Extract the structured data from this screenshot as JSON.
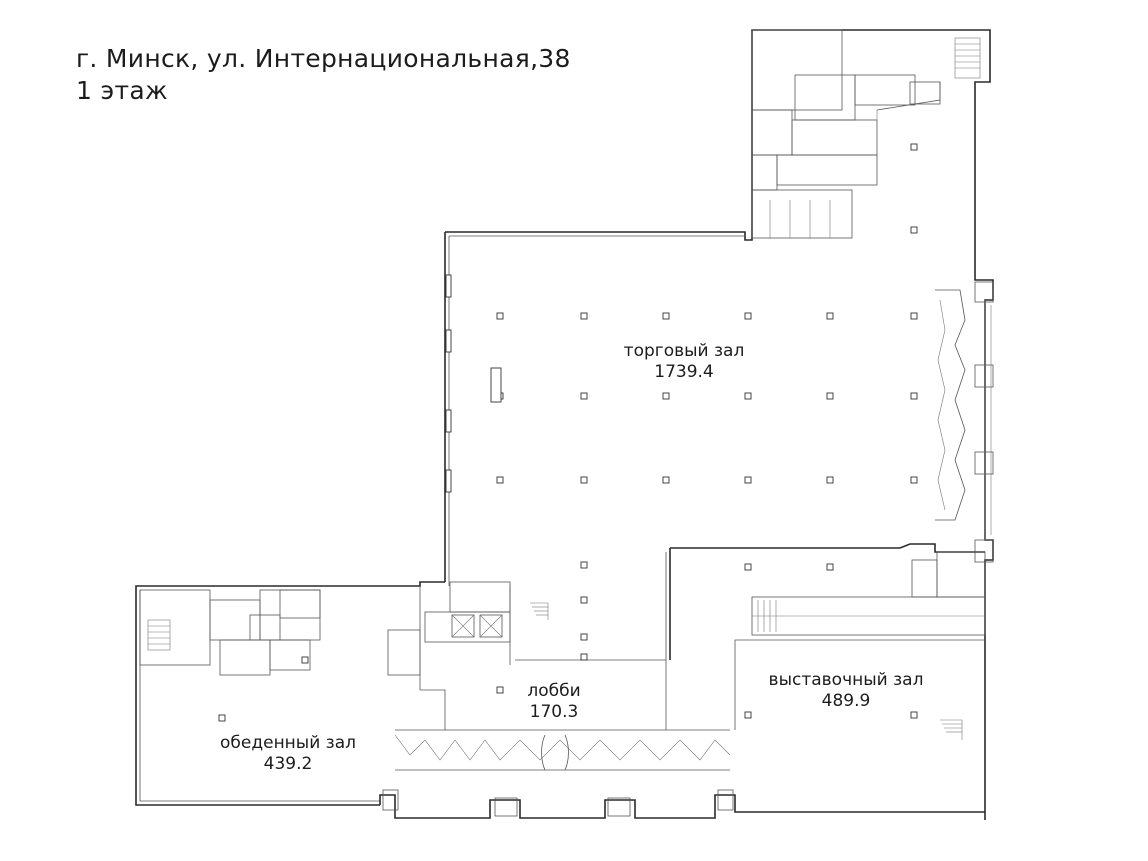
{
  "header": {
    "title": "г. Минск, ул. Интернациональная,38",
    "floor": "1 этаж"
  },
  "rooms": [
    {
      "name": "торговый зал",
      "area": "1739.4"
    },
    {
      "name": "выставочный зал",
      "area": "489.9"
    },
    {
      "name": "лобби",
      "area": "170.3"
    },
    {
      "name": "обеденный зал",
      "area": "439.2"
    }
  ],
  "colors": {
    "ink": "#1c1c1c",
    "wall": "#2a2a2a",
    "background": "#ffffff"
  }
}
